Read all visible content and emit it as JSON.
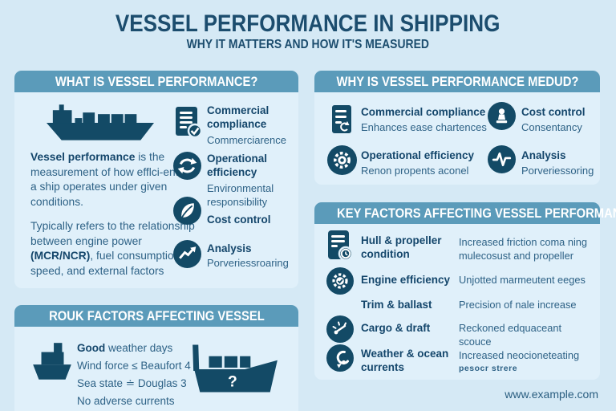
{
  "header": {
    "title": "VESSEL PERFORMANCE IN SHIPPING",
    "subtitle": "WHY IT MATTERS AND HOW IT'S MEASURED"
  },
  "colors": {
    "background": "#d5e9f5",
    "panel_body": "#e0f0fa",
    "panel_header": "#5b9bba",
    "navy": "#14466b",
    "steel_text": "#2e6286",
    "white": "#ffffff"
  },
  "panel_what": {
    "header": "WHAT IS VESSEL PERFORMANCE?",
    "ship_icon": "container-ship-icon",
    "intro_bold": "Vessel performance",
    "intro_rest": " is the measurement of how efflci-ently a ship operates under given conditions.",
    "detail_pre": "Typically refers to the relationship between engine power ",
    "detail_bold": "(MCR/NCR)",
    "detail_post": ", fuel consumption, speed, and external factors",
    "items": [
      {
        "icon": "document-check-icon",
        "label": "Commercial compliance",
        "sub": "Commerciarence"
      },
      {
        "icon": "cycle-arrows-icon",
        "label": "Operational efficiency",
        "sub": "Environmental responsibility"
      },
      {
        "icon": "leaf-icon",
        "label": "Cost control",
        "sub": ""
      },
      {
        "icon": "trend-arrow-icon",
        "label": "Analysis",
        "sub": "Porveriessroaring"
      }
    ]
  },
  "panel_why": {
    "header": "WHY IS VESSEL PERFORMANCE MEDUD?",
    "items": [
      {
        "icon": "document-lines-icon",
        "label": "Commercial compliance",
        "sub": "Enhances ease chartences"
      },
      {
        "icon": "money-pedestal-icon",
        "label": "Cost control",
        "sub": "Consentancy"
      },
      {
        "icon": "gear-icon",
        "label": "Operational efficiency",
        "sub": "Renon propents aconel"
      },
      {
        "icon": "pulse-icon",
        "label": "Analysis",
        "sub": "Porveriessoring"
      }
    ]
  },
  "panel_key": {
    "header": "KEY FACTORS AFFECTING VESSEL PERFORMANCE",
    "rows": [
      {
        "icon": "document-clock-icon",
        "label": "Hull & propeller condition",
        "desc": "Increased friction coma ning mulecosust and propeller",
        "desc2": ""
      },
      {
        "icon": "gear-check-icon",
        "label": "Engine efficiency",
        "desc": "Unjotted marmeutent eeges",
        "desc2": ""
      },
      {
        "icon": "",
        "label": "Trim & ballast",
        "desc": "Precision of nale increase",
        "desc2": ""
      },
      {
        "icon": "gauge-icon",
        "label": "Cargo & draft",
        "desc": "Reckoned edquaceant scouce",
        "desc2": ""
      },
      {
        "icon": "weather-swirl-icon",
        "label": "Weather & ocean currents",
        "desc": "Increased neocioneteating",
        "desc2": "pesocr strere"
      }
    ]
  },
  "panel_rouk": {
    "header": "ROUK FACTORS AFFECTING VESSEL",
    "ship_icon": "small-ship-icon",
    "question_ship_icon": "question-ship-icon",
    "line1_bold": "Good",
    "line1_rest": " weather days",
    "line2": "Wind force ≤ Beaufort 4",
    "line3": "Sea state ≐ Douglas 3",
    "line4": "No adverse currents",
    "question_mark": "?"
  },
  "footer": {
    "url": "www.example.com"
  }
}
